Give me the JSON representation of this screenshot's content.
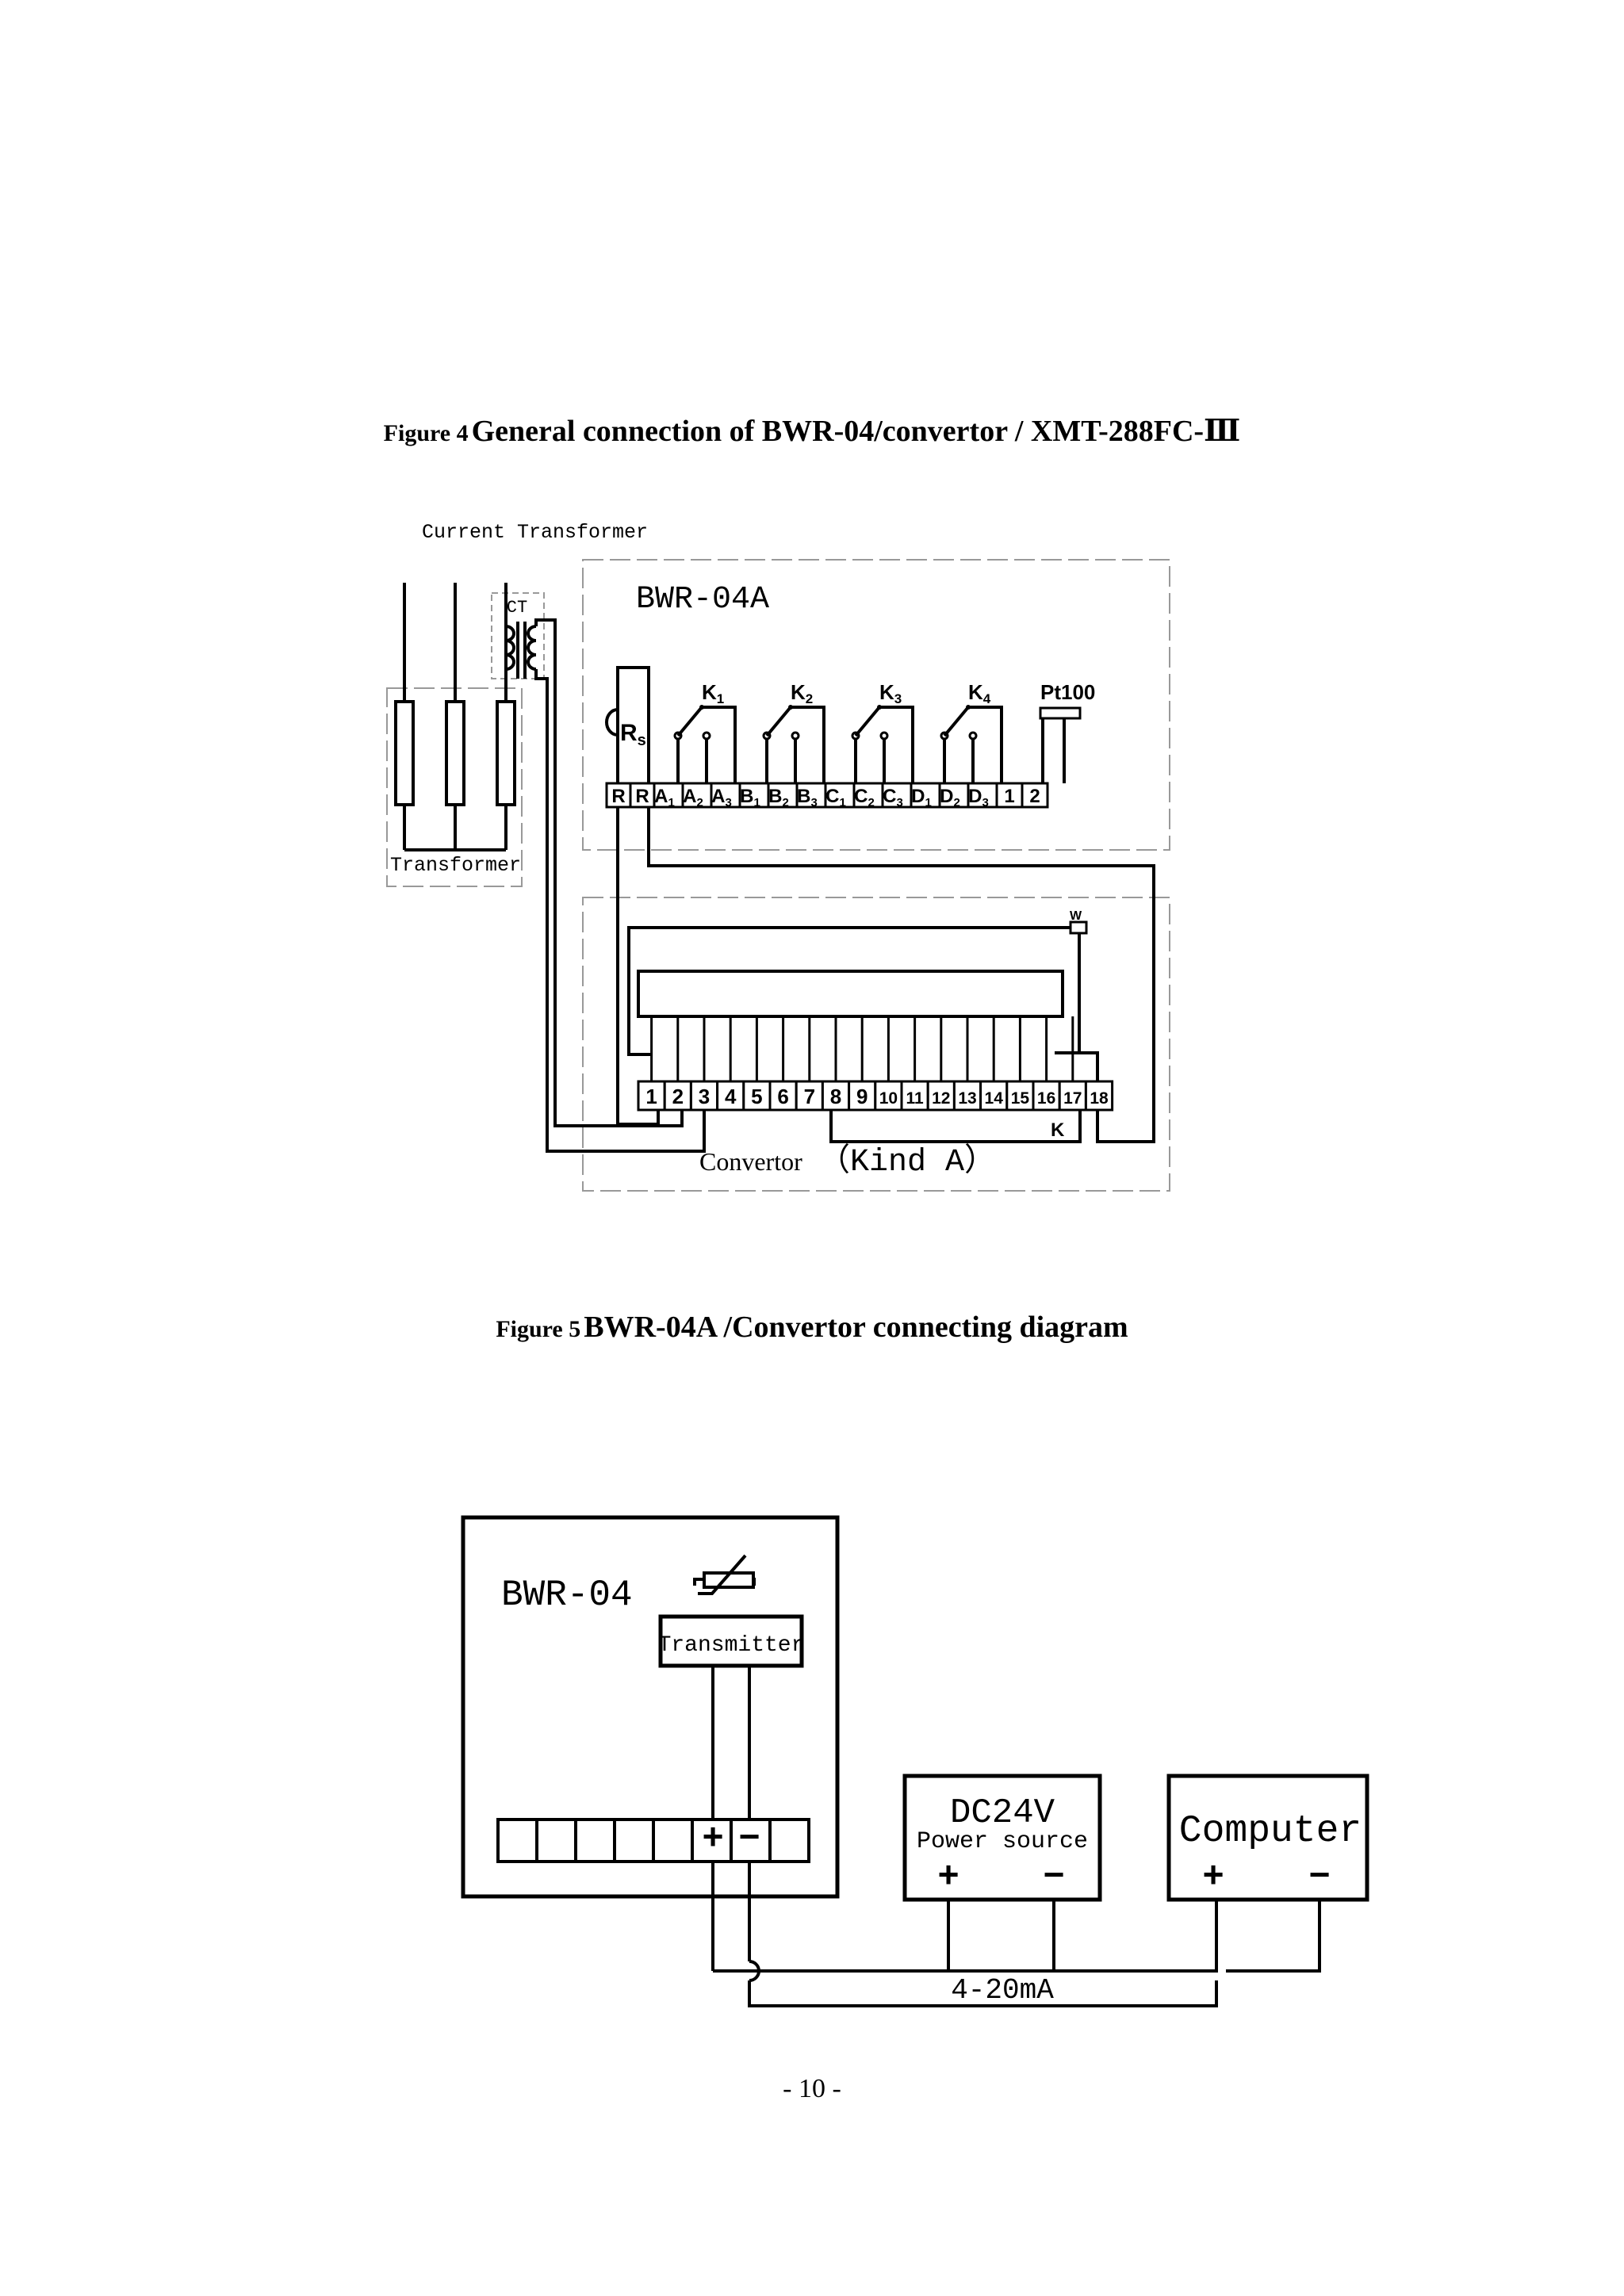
{
  "figure4": {
    "number": "Figure 4",
    "title": "General connection of BWR-04/convertor / XMT-288FC-Ⅲ"
  },
  "figure5": {
    "number": "Figure 5",
    "title": "BWR-04A /Convertor connecting diagram",
    "labels": {
      "current_transformer": "Current Transformer",
      "ct": "CT",
      "transformer": "Transformer",
      "bwr04a": "BWR-04A",
      "rs_r": "R",
      "rs_s": "s",
      "pt100": "Pt100",
      "w": "W",
      "k": "K",
      "convertor": "Convertor",
      "kind": "（Kind A）"
    },
    "relays": [
      {
        "letter": "K",
        "sub": "1"
      },
      {
        "letter": "K",
        "sub": "2"
      },
      {
        "letter": "K",
        "sub": "3"
      },
      {
        "letter": "K",
        "sub": "4"
      }
    ],
    "bwr_terminals": [
      {
        "t": "R",
        "s": ""
      },
      {
        "t": "R",
        "s": ""
      },
      {
        "t": "A",
        "s": "1"
      },
      {
        "t": "A",
        "s": "2"
      },
      {
        "t": "A",
        "s": "3"
      },
      {
        "t": "B",
        "s": "1"
      },
      {
        "t": "B",
        "s": "2"
      },
      {
        "t": "B",
        "s": "3"
      },
      {
        "t": "C",
        "s": "1"
      },
      {
        "t": "C",
        "s": "2"
      },
      {
        "t": "C",
        "s": "3"
      },
      {
        "t": "D",
        "s": "1"
      },
      {
        "t": "D",
        "s": "2"
      },
      {
        "t": "D",
        "s": "3"
      },
      {
        "t": "1",
        "s": ""
      },
      {
        "t": "2",
        "s": ""
      }
    ],
    "convertor_terminals": [
      "1",
      "2",
      "3",
      "4",
      "5",
      "6",
      "7",
      "8",
      "9",
      "10",
      "11",
      "12",
      "13",
      "14",
      "15",
      "16",
      "17",
      "18"
    ]
  },
  "figure_bottom": {
    "bwr04": "BWR-04",
    "transmitter": "Transmitter",
    "plus": "+",
    "minus": "−",
    "dc24v": "DC24V",
    "power_source": "Power source",
    "computer": "Computer",
    "current_range": "4-20mA"
  },
  "page_number": "- 10 -"
}
